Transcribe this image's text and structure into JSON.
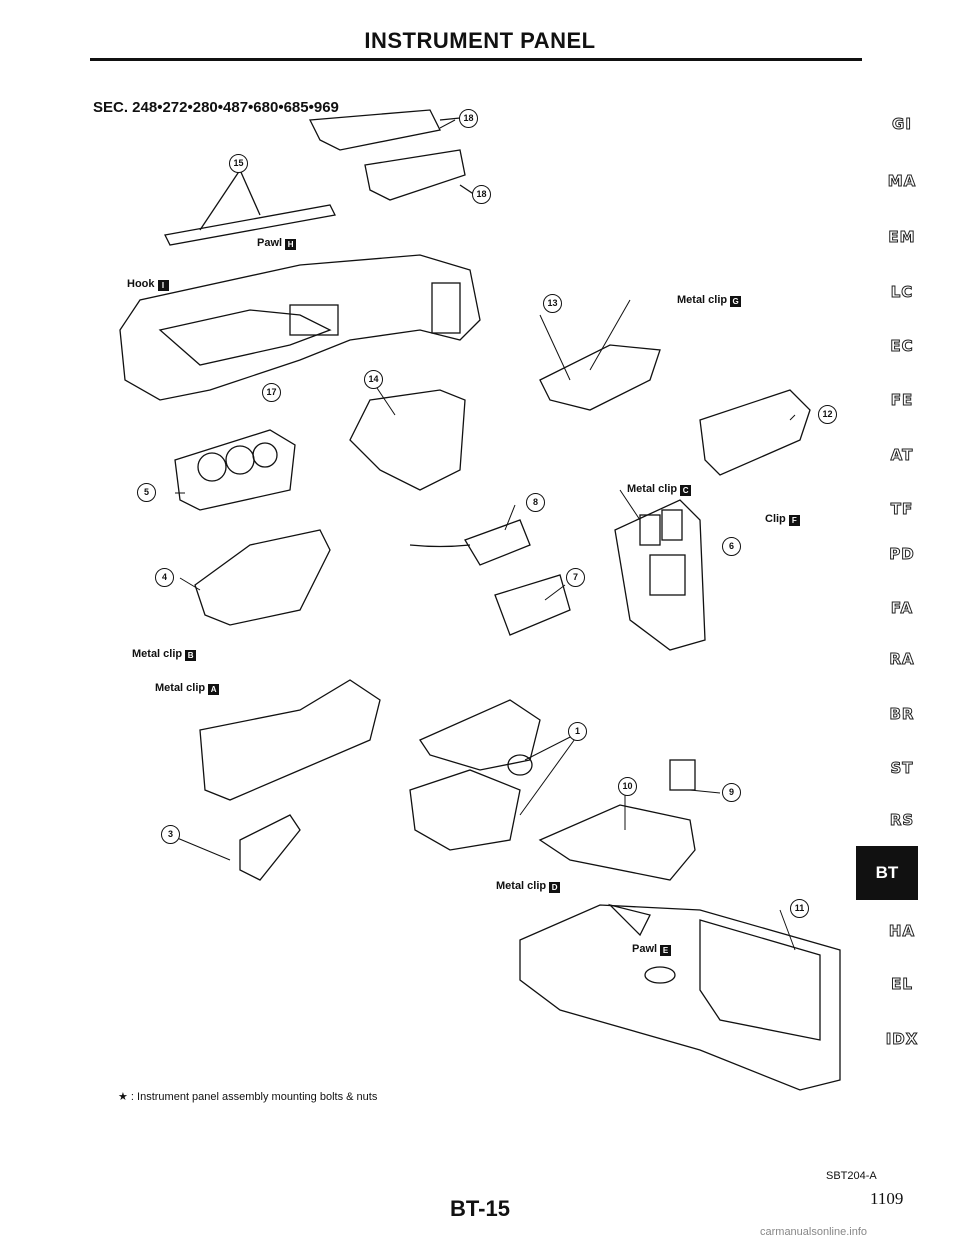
{
  "header": {
    "title": "INSTRUMENT PANEL"
  },
  "section": "SEC. 248•272•280•487•680•685•969",
  "labels": {
    "hook": "Hook",
    "hook_box": "I",
    "pawl_h": "Pawl",
    "pawl_h_box": "H",
    "metal_clip_g": "Metal clip",
    "metal_clip_g_box": "G",
    "metal_clip_c": "Metal clip",
    "metal_clip_c_box": "C",
    "clip_f": "Clip",
    "clip_f_box": "F",
    "metal_clip_b": "Metal clip",
    "metal_clip_b_box": "B",
    "metal_clip_a": "Metal clip",
    "metal_clip_a_box": "A",
    "metal_clip_d": "Metal clip",
    "metal_clip_d_box": "D",
    "pawl_e": "Pawl",
    "pawl_e_box": "E"
  },
  "callouts": [
    "1",
    "3",
    "4",
    "5",
    "6",
    "7",
    "8",
    "9",
    "10",
    "11",
    "12",
    "13",
    "14",
    "15",
    "17",
    "18"
  ],
  "footnote": "★ : Instrument panel assembly mounting bolts & nuts",
  "figure_id": "SBT204-A",
  "page_code": "BT-15",
  "page_number": "1109",
  "watermark": "carmanualsonline.info",
  "sidebar": {
    "items": [
      "GI",
      "MA",
      "EM",
      "LC",
      "EC",
      "FE",
      "AT",
      "TF",
      "PD",
      "FA",
      "RA",
      "BR",
      "ST",
      "RS",
      "BT",
      "HA",
      "EL",
      "IDX"
    ],
    "active": "BT"
  }
}
